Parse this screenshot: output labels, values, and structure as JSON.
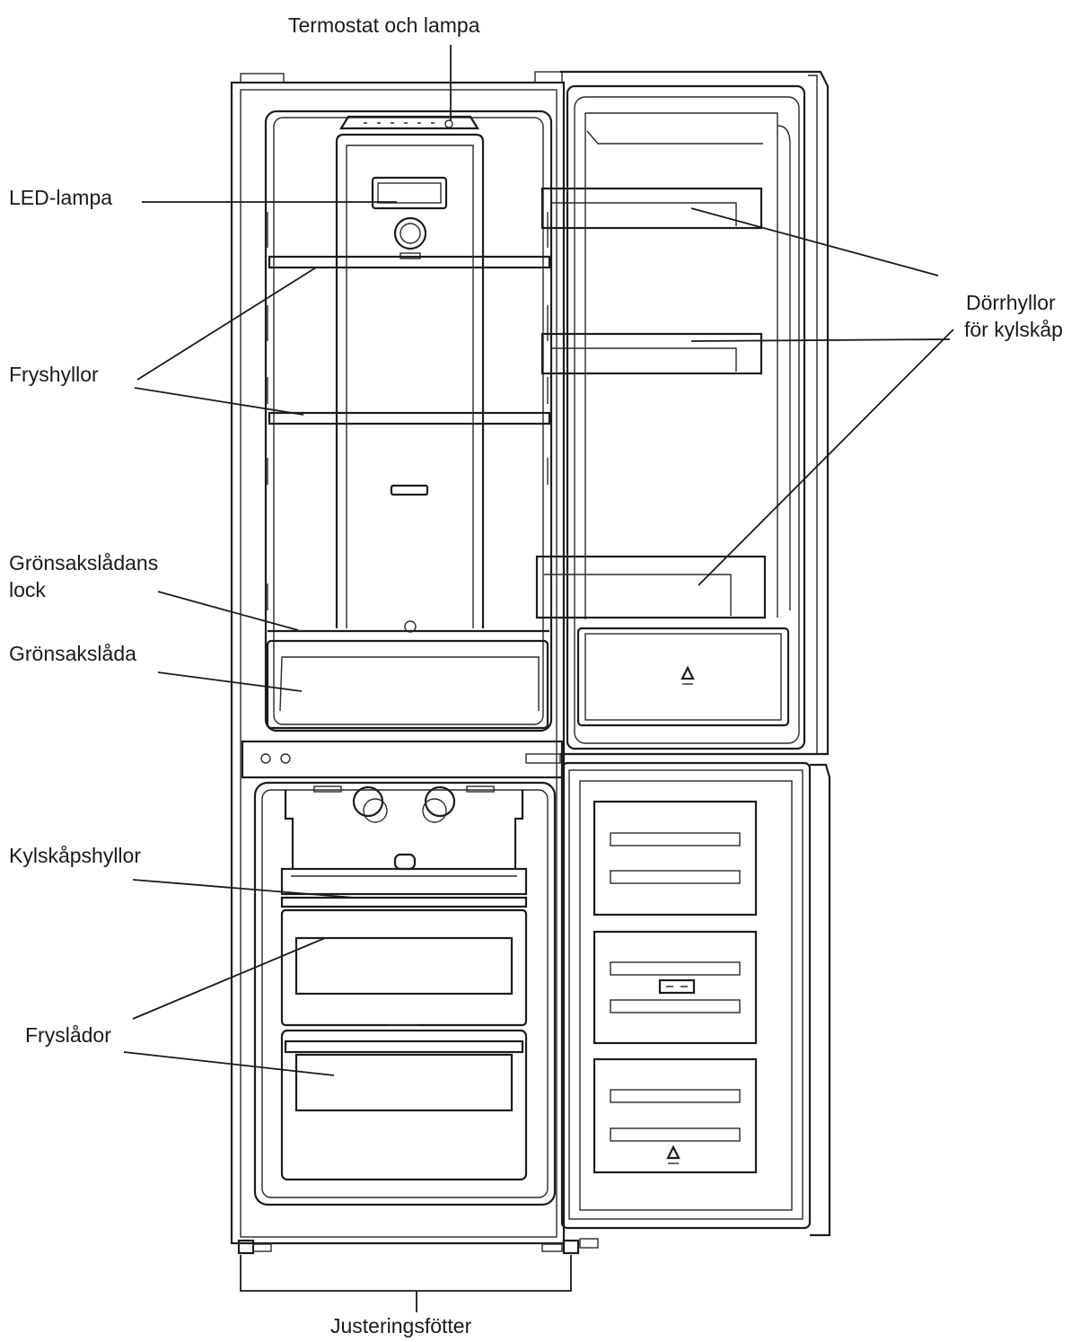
{
  "labels": {
    "thermostat": "Termostat och lampa",
    "led": "LED-lampa",
    "freezer_shelves": "Fryshyllor",
    "crisper_lid_line1": "Grönsakslådans",
    "crisper_lid_line2": "lock",
    "crisper": "Grönsakslåda",
    "fridge_shelves": "Kylskåpshyllor",
    "freezer_drawers": "Fryslådor",
    "feet": "Justeringsfötter",
    "door_shelves_line1": "Dörrhyllor",
    "door_shelves_line2": "för kylskåp"
  },
  "colors": {
    "line": "#1c1c1c",
    "background": "#ffffff"
  }
}
